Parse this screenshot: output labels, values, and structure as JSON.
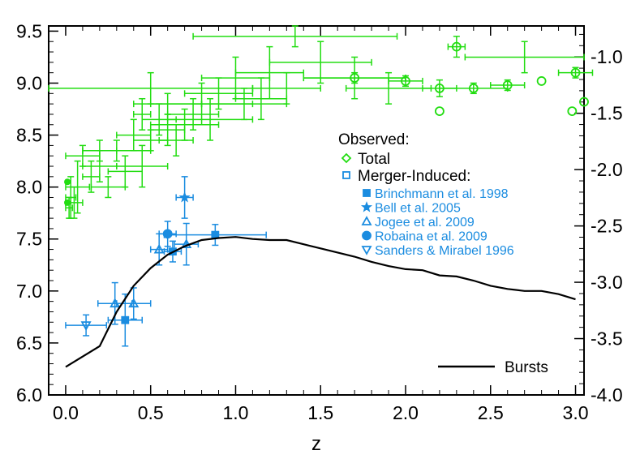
{
  "colors": {
    "observed": "#22dd11",
    "merger": "#1a8ce0",
    "bursts": "#000000",
    "axis": "#000000"
  },
  "chart_data": {
    "type": "scatter",
    "xlabel": "z",
    "ylabel": "",
    "y2label": "",
    "xlim": [
      -0.1,
      3.05
    ],
    "ylim": [
      6.0,
      9.55
    ],
    "y2lim": [
      -4.0,
      -0.725
    ],
    "xticks": [
      "0.0",
      "0.5",
      "1.0",
      "1.5",
      "2.0",
      "2.5",
      "3.0"
    ],
    "xtick_values": [
      0.0,
      0.5,
      1.0,
      1.5,
      2.0,
      2.5,
      3.0
    ],
    "yticks": [
      "6.0",
      "6.5",
      "7.0",
      "7.5",
      "8.0",
      "8.5",
      "9.0",
      "9.5"
    ],
    "ytick_values": [
      6.0,
      6.5,
      7.0,
      7.5,
      8.0,
      8.5,
      9.0,
      9.5
    ],
    "y2ticks": [
      "-4.0",
      "-3.5",
      "-3.0",
      "-2.5",
      "-2.0",
      "-1.5",
      "-1.0"
    ],
    "y2tick_values": [
      -4.0,
      -3.5,
      -3.0,
      -2.5,
      -2.0,
      -1.5,
      -1.0
    ],
    "grid": false,
    "legend_position": "right",
    "legend": {
      "observed_title": "Observed:",
      "total_label": "Total",
      "merger_label": "Merger-Induced:",
      "entries": [
        {
          "label": "Brinchmann et al. 1998",
          "marker": "square"
        },
        {
          "label": "Bell et al. 2005",
          "marker": "star"
        },
        {
          "label": "Jogee et al. 2009",
          "marker": "triangle-up"
        },
        {
          "label": "Robaina et al. 2009",
          "marker": "circle"
        },
        {
          "label": "Sanders & Mirabel 1996",
          "marker": "triangle-down"
        }
      ],
      "bursts_label": "Bursts"
    },
    "observed_total": [
      {
        "x": 0.02,
        "y": 7.8,
        "xerr": 0.02,
        "yerr": 0.1
      },
      {
        "x": 0.03,
        "y": 7.9,
        "xerr": 0.03,
        "yerr": 0.2
      },
      {
        "x": 0.05,
        "y": 7.85,
        "xerr": 0.05,
        "yerr": 0.15
      },
      {
        "x": 0.07,
        "y": 8.0,
        "xerr": 0.07,
        "yerr": 0.25
      },
      {
        "x": 0.1,
        "y": 8.3,
        "xerr": 0.1,
        "yerr": 0.1
      },
      {
        "x": 0.15,
        "y": 8.1,
        "xerr": 0.05,
        "yerr": 0.15
      },
      {
        "x": 0.2,
        "y": 8.35,
        "xerr": 0.1,
        "yerr": 0.1
      },
      {
        "x": 0.2,
        "y": 8.2,
        "xerr": 0.1,
        "yerr": 0.15
      },
      {
        "x": 0.25,
        "y": 8.0,
        "xerr": 0.1,
        "yerr": 0.1
      },
      {
        "x": 0.3,
        "y": 8.35,
        "xerr": 0.2,
        "yerr": 0.1
      },
      {
        "x": 0.35,
        "y": 8.15,
        "xerr": 0.1,
        "yerr": 0.15
      },
      {
        "x": 0.4,
        "y": 8.5,
        "xerr": 0.1,
        "yerr": 0.15
      },
      {
        "x": 0.45,
        "y": 8.2,
        "xerr": 0.15,
        "yerr": 0.2
      },
      {
        "x": 0.45,
        "y": 8.7,
        "xerr": 0.05,
        "yerr": 0.15
      },
      {
        "x": 0.5,
        "y": 8.45,
        "xerr": 0.1,
        "yerr": 0.1
      },
      {
        "x": 0.55,
        "y": 8.65,
        "xerr": 0.1,
        "yerr": 0.15
      },
      {
        "x": 0.6,
        "y": 8.55,
        "xerr": 0.1,
        "yerr": 0.15
      },
      {
        "x": 0.6,
        "y": 8.8,
        "xerr": 0.2,
        "yerr": 0.1
      },
      {
        "x": 0.65,
        "y": 8.45,
        "xerr": 0.1,
        "yerr": 0.15
      },
      {
        "x": 0.7,
        "y": 8.6,
        "xerr": 0.2,
        "yerr": 0.15
      },
      {
        "x": 0.75,
        "y": 8.7,
        "xerr": 0.15,
        "yerr": 0.15
      },
      {
        "x": 0.8,
        "y": 8.8,
        "xerr": 0.3,
        "yerr": 0.2
      },
      {
        "x": 0.85,
        "y": 8.65,
        "xerr": 0.25,
        "yerr": 0.2
      },
      {
        "x": 0.9,
        "y": 8.9,
        "xerr": 0.2,
        "yerr": 0.15
      },
      {
        "x": 1.0,
        "y": 9.05,
        "xerr": 0.2,
        "yerr": 0.2
      },
      {
        "x": 1.05,
        "y": 8.8,
        "xerr": 0.25,
        "yerr": 0.15
      },
      {
        "x": 1.15,
        "y": 8.85,
        "xerr": 0.15,
        "yerr": 0.2
      },
      {
        "x": 1.2,
        "y": 9.1,
        "xerr": 0.2,
        "yerr": 0.25
      },
      {
        "x": 1.3,
        "y": 8.95,
        "xerr": 0.2,
        "yerr": 0.15
      },
      {
        "x": 1.35,
        "y": 9.45,
        "xerr": 0.6,
        "yerr": 0.1
      },
      {
        "x": 1.5,
        "y": 9.2,
        "xerr": 0.3,
        "yerr": 0.2
      },
      {
        "x": 1.7,
        "y": 9.05,
        "xerr": 0.3,
        "yerr": 0.2
      },
      {
        "x": 1.9,
        "y": 8.95,
        "xerr": 0.25,
        "yerr": 0.15
      },
      {
        "x": 2.3,
        "y": 9.35,
        "xerr": 0.05,
        "yerr": 0.1
      },
      {
        "x": 2.7,
        "y": 9.25,
        "xerr": 0.35,
        "yerr": 0.15
      },
      {
        "x": 0.5,
        "y": 8.95,
        "xerr": 0.6,
        "yerr": 0.15
      }
    ],
    "observed_circles": [
      {
        "x": 1.7,
        "y": 9.05,
        "xerr": 0.3,
        "yerr": 0.05
      },
      {
        "x": 2.0,
        "y": 9.02,
        "xerr": 0.1,
        "yerr": 0.05
      },
      {
        "x": 2.2,
        "y": 8.95,
        "xerr": 0.1,
        "yerr": 0.08
      },
      {
        "x": 2.2,
        "y": 8.73,
        "xerr": 0.0,
        "yerr": 0.0
      },
      {
        "x": 2.3,
        "y": 9.35,
        "xerr": 0.0,
        "yerr": 0.0
      },
      {
        "x": 2.4,
        "y": 8.95,
        "xerr": 0.2,
        "yerr": 0.05
      },
      {
        "x": 2.6,
        "y": 8.98,
        "xerr": 0.1,
        "yerr": 0.05
      },
      {
        "x": 2.8,
        "y": 9.02,
        "xerr": 0.0,
        "yerr": 0.0
      },
      {
        "x": 2.98,
        "y": 8.73,
        "xerr": 0.0,
        "yerr": 0.0
      },
      {
        "x": 3.0,
        "y": 9.1,
        "xerr": 0.1,
        "yerr": 0.05
      },
      {
        "x": 3.05,
        "y": 8.82,
        "xerr": 0.0,
        "yerr": 0.0
      }
    ],
    "observed_diamonds": [
      {
        "x": 0.01,
        "y": 8.05
      },
      {
        "x": 0.01,
        "y": 7.85
      }
    ],
    "merger": [
      {
        "marker": "triangle-down",
        "x": 0.12,
        "y": 6.67,
        "xerr": 0.12,
        "yerr": 0.1
      },
      {
        "marker": "triangle-up",
        "x": 0.29,
        "y": 6.88,
        "xerr": 0.1,
        "yerr": 0.2
      },
      {
        "marker": "square",
        "x": 0.35,
        "y": 6.72,
        "xerr": 0.1,
        "yerr": 0.25
      },
      {
        "marker": "triangle-up",
        "x": 0.4,
        "y": 6.88,
        "xerr": 0.1,
        "yerr": 0.15
      },
      {
        "marker": "triangle-up",
        "x": 0.55,
        "y": 7.4,
        "xerr": 0.05,
        "yerr": 0.15
      },
      {
        "marker": "circle",
        "x": 0.6,
        "y": 7.55,
        "xerr": 0.05,
        "yerr": 0.12
      },
      {
        "marker": "square",
        "x": 0.63,
        "y": 7.38,
        "xerr": 0.05,
        "yerr": 0.1
      },
      {
        "marker": "triangle-up",
        "x": 0.71,
        "y": 7.45,
        "xerr": 0.07,
        "yerr": 0.2
      },
      {
        "marker": "star",
        "x": 0.7,
        "y": 7.9,
        "xerr": 0.05,
        "yerr": 0.2
      },
      {
        "marker": "square",
        "x": 0.88,
        "y": 7.54,
        "xerr": 0.3,
        "yerr": 0.1
      }
    ],
    "bursts": {
      "x": [
        0.0,
        0.2,
        0.3,
        0.4,
        0.5,
        0.6,
        0.7,
        0.8,
        0.9,
        1.0,
        1.1,
        1.2,
        1.3,
        1.4,
        1.5,
        1.6,
        1.7,
        1.8,
        1.9,
        2.0,
        2.1,
        2.2,
        2.3,
        2.4,
        2.5,
        2.6,
        2.7,
        2.8,
        2.9,
        3.0
      ],
      "y": [
        6.27,
        6.47,
        6.8,
        7.05,
        7.22,
        7.35,
        7.43,
        7.49,
        7.51,
        7.52,
        7.5,
        7.49,
        7.49,
        7.45,
        7.41,
        7.37,
        7.33,
        7.28,
        7.24,
        7.21,
        7.2,
        7.15,
        7.14,
        7.1,
        7.05,
        7.02,
        7.0,
        7.0,
        6.97,
        6.92
      ]
    }
  }
}
